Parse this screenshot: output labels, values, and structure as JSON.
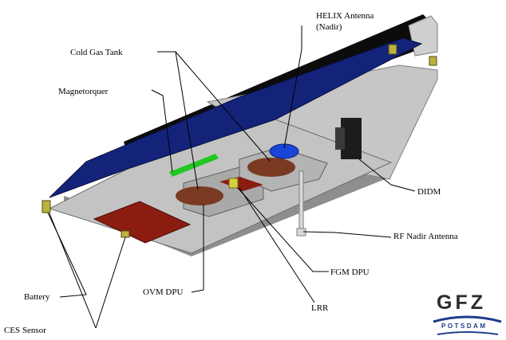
{
  "labels": {
    "helix_antenna": "HELIX Antenna",
    "helix_nadir": "(Nadir)",
    "cold_gas_tank": "Cold Gas Tank",
    "magnetorquer": "Magnetorquer",
    "didm": "DIDM",
    "rf_nadir_antenna": "RF Nadir Antenna",
    "fgm_dpu": "FGM DPU",
    "ovm_dpu": "OVM DPU",
    "lrr": "LRR",
    "battery": "Battery",
    "ces_sensor": "CES Sensor"
  },
  "logo": {
    "name": "GFZ",
    "subtitle": "POTSDAM"
  },
  "colors": {
    "solar_panel": "#14237a",
    "structure": "#c3c3c3",
    "heater_pad": "#8a1c10",
    "helix": "#1a46d8",
    "magnetorquer": "#22c722",
    "sensor": "#b9b33a",
    "logo_blue": "#1e3c8c"
  }
}
